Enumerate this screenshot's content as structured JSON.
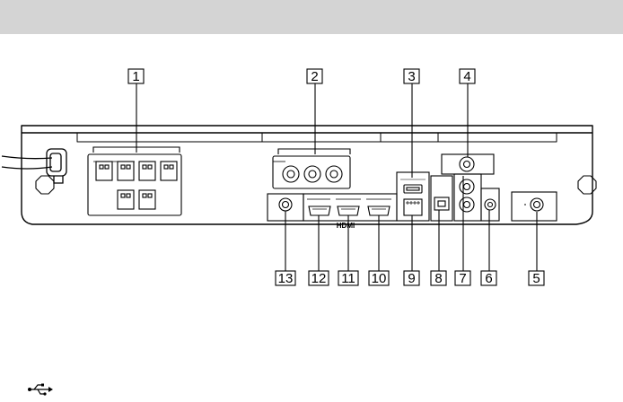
{
  "page": {
    "header_color": "#d4d4d4",
    "line_color": "#000000"
  },
  "device": {
    "name": "rear-panel",
    "hdmi_logo": "HDMI"
  },
  "callouts": [
    "1",
    "2",
    "3",
    "4",
    "5",
    "6",
    "7",
    "8",
    "9",
    "10",
    "11",
    "12",
    "13"
  ],
  "legend": {
    "icon": "usb-icon"
  }
}
